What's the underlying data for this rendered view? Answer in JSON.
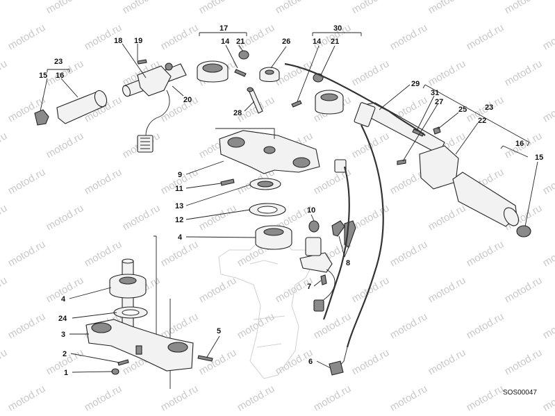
{
  "watermark": "motod.ru",
  "diagram_code": "SOS00047",
  "callouts": [
    {
      "id": "c15l",
      "text": "15"
    },
    {
      "id": "c16l",
      "text": "16"
    },
    {
      "id": "c23l",
      "text": "23"
    },
    {
      "id": "c18",
      "text": "18"
    },
    {
      "id": "c19",
      "text": "19"
    },
    {
      "id": "c20",
      "text": "20"
    },
    {
      "id": "c17",
      "text": "17"
    },
    {
      "id": "c14a",
      "text": "14"
    },
    {
      "id": "c21a",
      "text": "21"
    },
    {
      "id": "c26",
      "text": "26"
    },
    {
      "id": "c30",
      "text": "30"
    },
    {
      "id": "c14b",
      "text": "14"
    },
    {
      "id": "c21b",
      "text": "21"
    },
    {
      "id": "c28",
      "text": "28"
    },
    {
      "id": "c29",
      "text": "29"
    },
    {
      "id": "c31",
      "text": "31"
    },
    {
      "id": "c27",
      "text": "27"
    },
    {
      "id": "c25",
      "text": "25"
    },
    {
      "id": "c23r",
      "text": "23"
    },
    {
      "id": "c22",
      "text": "22"
    },
    {
      "id": "c16r",
      "text": "16"
    },
    {
      "id": "c15r",
      "text": "15"
    },
    {
      "id": "c9",
      "text": "9"
    },
    {
      "id": "c11",
      "text": "11"
    },
    {
      "id": "c13",
      "text": "13"
    },
    {
      "id": "c12",
      "text": "12"
    },
    {
      "id": "c4a",
      "text": "4"
    },
    {
      "id": "c10",
      "text": "10"
    },
    {
      "id": "c8",
      "text": "8"
    },
    {
      "id": "c7",
      "text": "7"
    },
    {
      "id": "c4b",
      "text": "4"
    },
    {
      "id": "c24",
      "text": "24"
    },
    {
      "id": "c3",
      "text": "3"
    },
    {
      "id": "c5",
      "text": "5"
    },
    {
      "id": "c2",
      "text": "2"
    },
    {
      "id": "c1",
      "text": "1"
    },
    {
      "id": "c6",
      "text": "6"
    }
  ]
}
